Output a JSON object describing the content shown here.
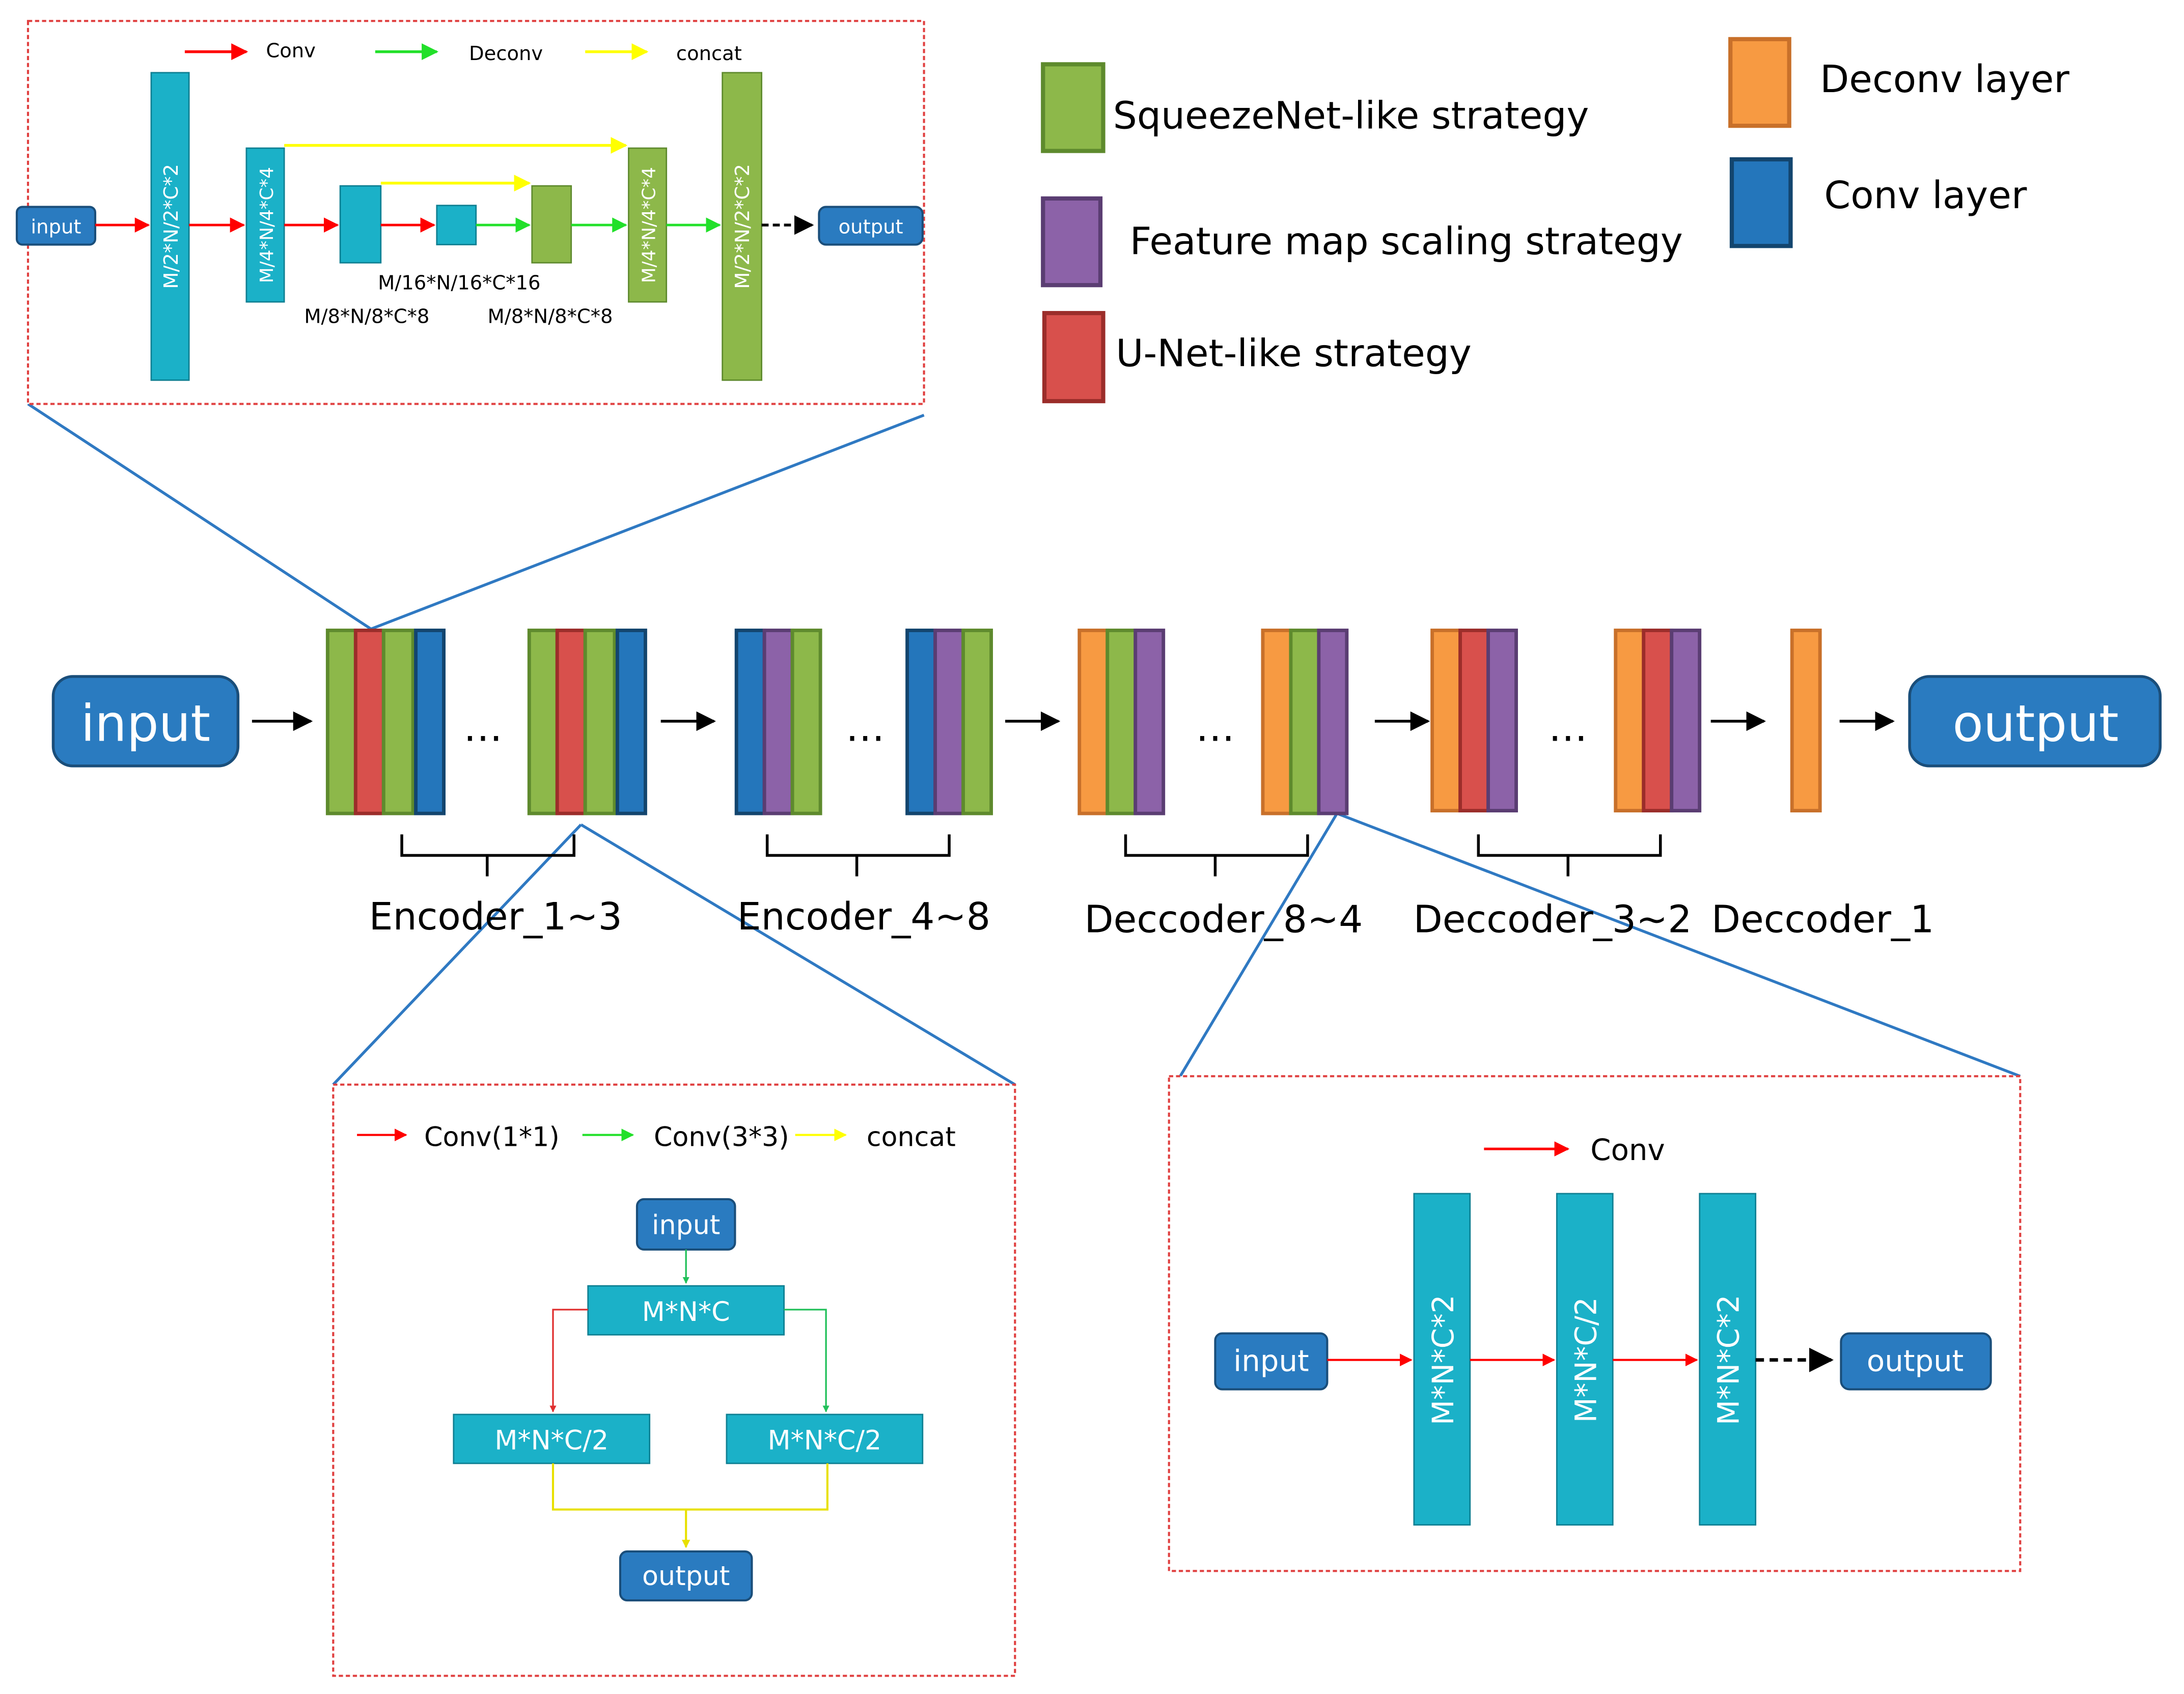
{
  "colors": {
    "squeeze_green": "#8DB84A",
    "squeeze_green_border": "#5E8A2D",
    "feature_purple": "#8C62A8",
    "feature_purple_border": "#5A3D72",
    "unet_red": "#D8504C",
    "unet_red_border": "#9B2D2A",
    "deconv_orange": "#F79A42",
    "deconv_orange_border": "#C8702A",
    "conv_blue": "#2476BB",
    "conv_blue_border": "#13456E",
    "teal": "#1BB1C8",
    "teal_border": "#0E7F92",
    "io_blue": "#2A7BC0",
    "io_blue_border": "#1A4E7A",
    "box_red_dashed": "#E04040",
    "zoom_line": "#2F79C2",
    "arrow_conv": "#FF0000",
    "arrow_deconv": "#22E02A",
    "arrow_concat": "#FFFF00"
  },
  "legend": {
    "squeezenet": "SqueezeNet-like  strategy",
    "feature_map": "Feature map scaling strategy",
    "unet": "U-Net-like strategy",
    "deconv_layer": "Deconv layer",
    "conv_layer": "Conv layer"
  },
  "main": {
    "input": "input",
    "output": "output",
    "ellipsis": "…",
    "groups": [
      "Encoder_1~3",
      "Encoder_4~8",
      "Deccoder_8~4",
      "Deccoder_3~2",
      "Deccoder_1"
    ]
  },
  "inset_top": {
    "legend": [
      "Conv",
      "Deconv",
      "concat"
    ],
    "input": "input",
    "output": "output",
    "bar1": "M/2*N/2*C*2",
    "bar2": "M/4*N/4*C*4",
    "label_16": "M/16*N/16*C*16",
    "label_8a": "M/8*N/8*C*8",
    "label_8b": "M/8*N/8*C*8",
    "bar_up1": "M/4*N/4*C*4",
    "bar_up2": "M/2*N/2*C*2"
  },
  "inset_bottom_left": {
    "legend": [
      "Conv(1*1)",
      "Conv(3*3)",
      "concat"
    ],
    "input": "input",
    "center": "M*N*C",
    "left": "M*N*C/2",
    "right": "M*N*C/2",
    "output": "output"
  },
  "inset_bottom_right": {
    "legend": "Conv",
    "input": "input",
    "bar1": "M*N*C*2",
    "bar2": "M*N*C/2",
    "bar3": "M*N*C*2",
    "output": "output"
  }
}
